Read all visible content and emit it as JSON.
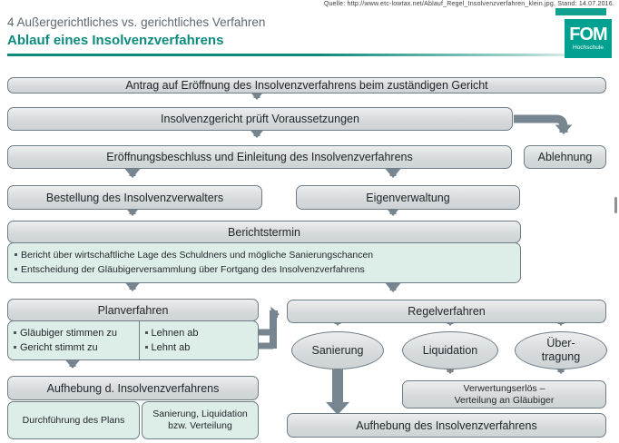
{
  "header": {
    "source": "Quelle:  http://www.etc-lowtax.net/Ablauf_Regel_Insolvenzverfahren_klein.jpg,  Stand: 14.07.2016.",
    "title_line1": "4 Außergerichtliches vs. gerichtliches Verfahren",
    "title_line2": "Ablauf eines Insolvenzverfahrens",
    "logo_text": "FOM",
    "logo_subtext": "Hochschule"
  },
  "colors": {
    "accent_teal": "#0e8b7d",
    "logo_teal": "#00a190",
    "box_fill": "#d5d9db",
    "box_border": "#6f7d87",
    "mint_fill": "#ddeee8",
    "arrow_gray": "#76858f"
  },
  "flow": {
    "antrag": "Antrag auf Eröffnung des Insolvenzverfahrens beim zuständigen Gericht",
    "pruefung": "Insolvenzgericht prüft Voraussetzungen",
    "ablehnung": "Ablehnung",
    "eroeffnung": "Eröffnungsbeschluss und Einleitung des Insolvenzverfahrens",
    "bestellung": "Bestellung des Insolvenzverwalters",
    "eigenverwaltung": "Eigenverwaltung",
    "berichtstermin": {
      "title": "Berichtstermin",
      "bullets": [
        "Bericht über wirtschaftliche Lage des Schuldners und mögliche Sanierungschancen",
        "Entscheidung der Gläubigerversammlung über Fortgang des Insolvenzverfahrens"
      ]
    },
    "planverfahren": {
      "title": "Planverfahren",
      "accept_bullets": [
        "Gläubiger stimmen zu",
        "Gericht stimmt zu"
      ],
      "reject_bullets": [
        "Lehnen ab",
        "Lehnt ab"
      ]
    },
    "regelverfahren": "Regelverfahren",
    "sanierung": "Sanierung",
    "liquidation": "Liquidation",
    "uebertragung": {
      "line1": "Über-",
      "line2": "tragung"
    },
    "aufhebung_plan": {
      "title": "Aufhebung d. Insolvenzverfahrens",
      "cell_left": "Durchführung des Plans",
      "cell_right_line1": "Sanierung, Liquidation",
      "cell_right_line2": "bzw. Verteilung"
    },
    "verwertung": {
      "line1": "Verwertungserlös –",
      "line2": "Verteilung an Gläubiger"
    },
    "aufhebung_regel": "Aufhebung des Insolvenzverfahrens"
  }
}
